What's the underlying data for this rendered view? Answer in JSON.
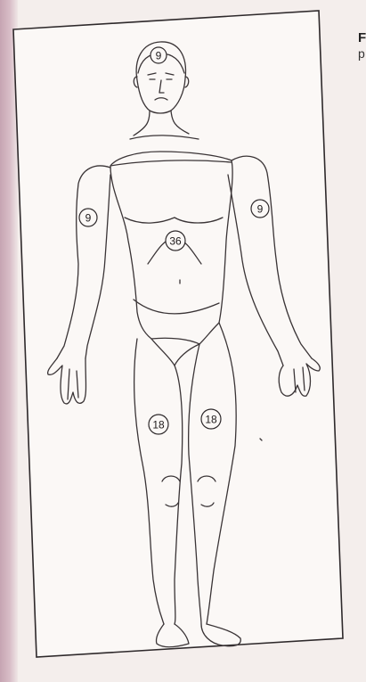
{
  "caption": {
    "letter": "F",
    "line2": "p"
  },
  "regions": [
    {
      "name": "head",
      "value": "9"
    },
    {
      "name": "right-arm",
      "value": "9"
    },
    {
      "name": "left-arm",
      "value": "9"
    },
    {
      "name": "trunk",
      "value": "36"
    },
    {
      "name": "right-leg",
      "value": "18"
    },
    {
      "name": "left-leg",
      "value": "18"
    }
  ],
  "colors": {
    "paper": "#f4eeec",
    "frame_fill": "#fbf8f6",
    "ink": "#2e292b",
    "gutter": "#c6a4b2"
  }
}
